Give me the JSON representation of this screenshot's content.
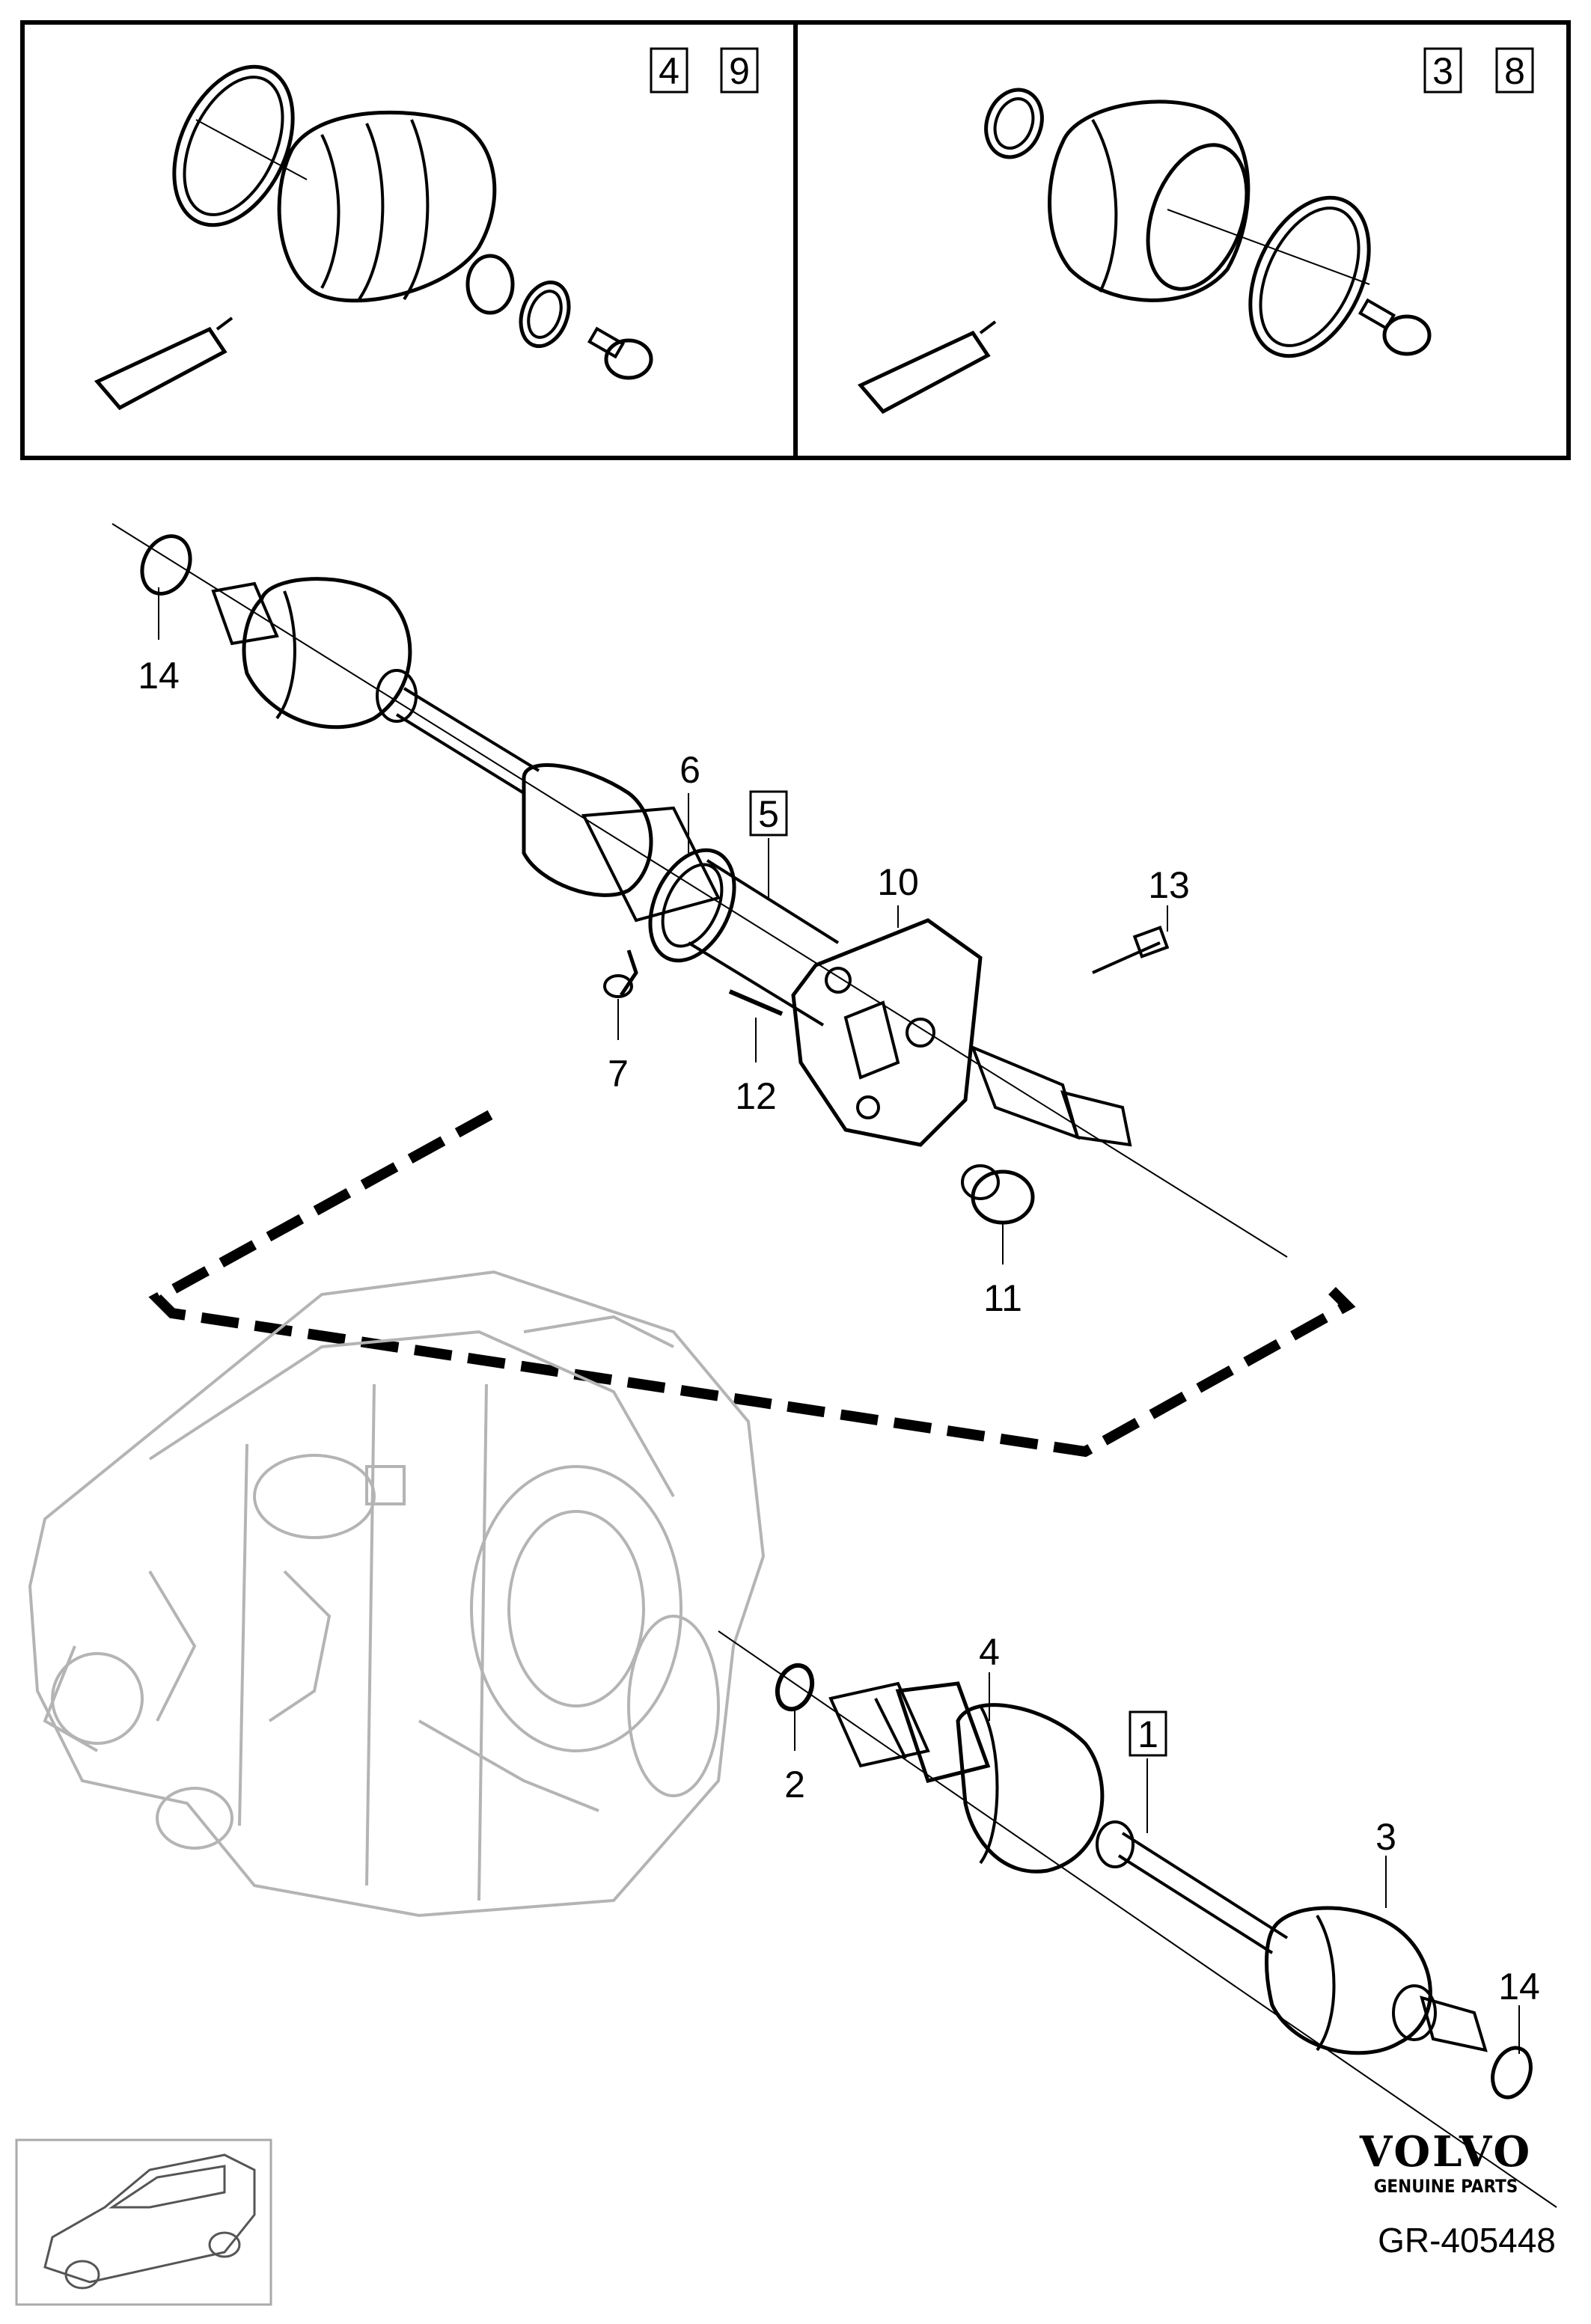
{
  "top_panels": {
    "left_refs": [
      "4",
      "9"
    ],
    "right_refs": [
      "3",
      "8"
    ]
  },
  "callouts": {
    "c14_top": "14",
    "c6": "6",
    "c5": "5",
    "c10": "10",
    "c13": "13",
    "c7": "7",
    "c12": "12",
    "c11": "11",
    "c4": "4",
    "c1": "1",
    "c2": "2",
    "c3": "3",
    "c14_bottom": "14"
  },
  "footer": {
    "brand": "VOLVO",
    "tagline": "GENUINE PARTS",
    "drawing_number": "GR-405448"
  }
}
